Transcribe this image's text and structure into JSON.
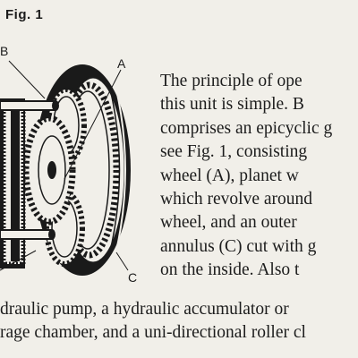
{
  "figure": {
    "label": "Fig. 1",
    "callouts": {
      "a": "A",
      "b": "B",
      "c": "C"
    }
  },
  "text": {
    "column_lines": [
      "The principle of ope",
      "this unit is simple.  B",
      "comprises an epicyclic g",
      "see Fig. 1, consisting",
      "wheel (A), planet w",
      "which revolve around",
      "wheel, and an outer",
      "annulus (C) cut with g",
      "on the inside.  Also t"
    ],
    "full_lines": [
      "draulic pump, a hydraulic accumulator or",
      "rage chamber, and a uni-directional roller cl"
    ]
  },
  "colors": {
    "paper": "#f1efe9",
    "ink": "#1c1c1c"
  }
}
